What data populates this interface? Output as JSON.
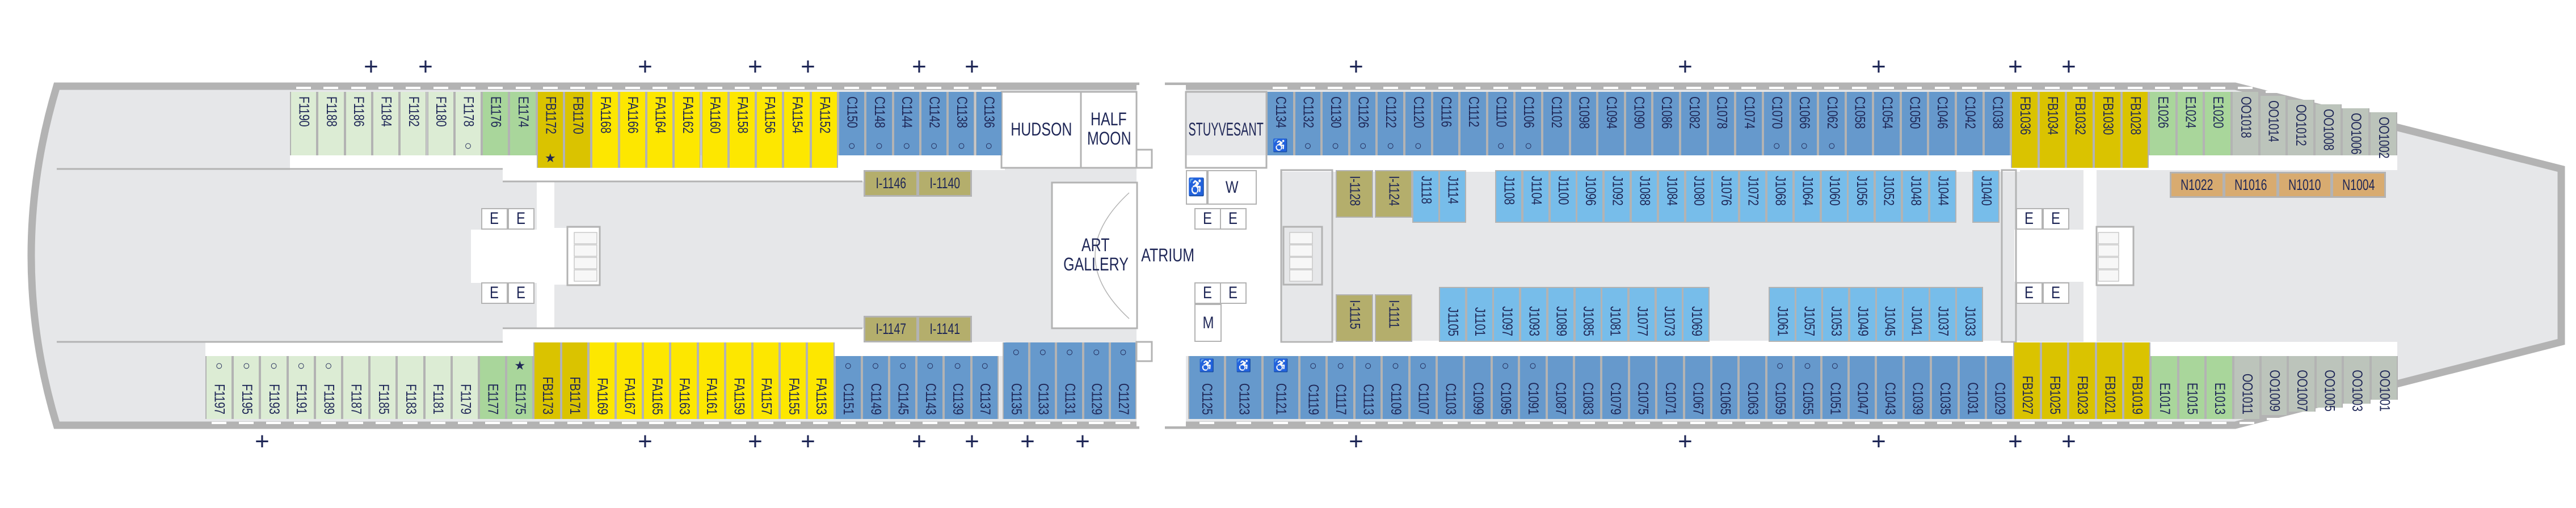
{
  "colors": {
    "F": "#dcecd4",
    "E": "#a9d69b",
    "FB": "#dac300",
    "FA": "#fde700",
    "C": "#6699cc",
    "J": "#77bdea",
    "I": "#b4ae6c",
    "N": "#d8ab70",
    "OO": "#bcc4bb",
    "wall": "#b3b3b3",
    "interior": "#e6e7e9",
    "text": "#1e2656"
  },
  "marks": {
    "o": "○",
    "star": "★",
    "wheelchair": "♿"
  },
  "plus_marker": "+",
  "venues": {
    "hudson": "HUDSON",
    "half_moon": [
      "HALF",
      "MOON"
    ],
    "stuyvesant": "STUYVESANT",
    "art_gallery": [
      "ART",
      "GALLERY"
    ],
    "atrium": "ATRIUM"
  },
  "facilities": {
    "elevator": "E",
    "womens_restroom": "W",
    "mens_restroom": "M",
    "accessible_restroom": "♿"
  },
  "top_aft": [
    {
      "id": "F1190",
      "cat": "F"
    },
    {
      "id": "F1188",
      "cat": "F"
    },
    {
      "id": "F1186",
      "cat": "F"
    },
    {
      "id": "F1184",
      "cat": "F"
    },
    {
      "id": "F1182",
      "cat": "F"
    },
    {
      "id": "F1180",
      "cat": "F"
    },
    {
      "id": "F1178",
      "cat": "F",
      "mark": "o"
    },
    {
      "id": "E1176",
      "cat": "E"
    },
    {
      "id": "E1174",
      "cat": "E"
    },
    {
      "id": "FB1172",
      "cat": "FB",
      "mark": "star"
    },
    {
      "id": "FB1170",
      "cat": "FB"
    },
    {
      "id": "FA1168",
      "cat": "FA"
    },
    {
      "id": "FA1166",
      "cat": "FA"
    },
    {
      "id": "FA1164",
      "cat": "FA"
    },
    {
      "id": "FA1162",
      "cat": "FA"
    },
    {
      "id": "FA1160",
      "cat": "FA"
    },
    {
      "id": "FA1158",
      "cat": "FA"
    },
    {
      "id": "FA1156",
      "cat": "FA"
    },
    {
      "id": "FA1154",
      "cat": "FA"
    },
    {
      "id": "FA1152",
      "cat": "FA"
    },
    {
      "id": "C1150",
      "cat": "C",
      "mark": "o"
    },
    {
      "id": "C1148",
      "cat": "C",
      "mark": "o"
    },
    {
      "id": "C1144",
      "cat": "C",
      "mark": "o"
    },
    {
      "id": "C1142",
      "cat": "C",
      "mark": "o"
    },
    {
      "id": "C1138",
      "cat": "C",
      "mark": "o"
    },
    {
      "id": "C1136",
      "cat": "C",
      "mark": "o"
    }
  ],
  "top_forward": [
    {
      "id": "C1134",
      "cat": "C",
      "mark": "wheelchair"
    },
    {
      "id": "C1132",
      "cat": "C",
      "mark": "o"
    },
    {
      "id": "C1130",
      "cat": "C",
      "mark": "o"
    },
    {
      "id": "C1126",
      "cat": "C",
      "mark": "o"
    },
    {
      "id": "C1122",
      "cat": "C",
      "mark": "o"
    },
    {
      "id": "C1120",
      "cat": "C",
      "mark": "o"
    },
    {
      "id": "C1116",
      "cat": "C"
    },
    {
      "id": "C1112",
      "cat": "C"
    },
    {
      "id": "C1110",
      "cat": "C",
      "mark": "o"
    },
    {
      "id": "C1106",
      "cat": "C",
      "mark": "o"
    },
    {
      "id": "C1102",
      "cat": "C"
    },
    {
      "id": "C1098",
      "cat": "C"
    },
    {
      "id": "C1094",
      "cat": "C"
    },
    {
      "id": "C1090",
      "cat": "C"
    },
    {
      "id": "C1086",
      "cat": "C"
    },
    {
      "id": "C1082",
      "cat": "C"
    },
    {
      "id": "C1078",
      "cat": "C"
    },
    {
      "id": "C1074",
      "cat": "C"
    },
    {
      "id": "C1070",
      "cat": "C",
      "mark": "o"
    },
    {
      "id": "C1066",
      "cat": "C",
      "mark": "o"
    },
    {
      "id": "C1062",
      "cat": "C",
      "mark": "o"
    },
    {
      "id": "C1058",
      "cat": "C"
    },
    {
      "id": "C1054",
      "cat": "C"
    },
    {
      "id": "C1050",
      "cat": "C"
    },
    {
      "id": "C1046",
      "cat": "C"
    },
    {
      "id": "C1042",
      "cat": "C"
    },
    {
      "id": "C1038",
      "cat": "C"
    },
    {
      "id": "FB1036",
      "cat": "FB"
    },
    {
      "id": "FB1034",
      "cat": "FB"
    },
    {
      "id": "FB1032",
      "cat": "FB"
    },
    {
      "id": "FB1030",
      "cat": "FB"
    },
    {
      "id": "FB1028",
      "cat": "FB"
    },
    {
      "id": "E1026",
      "cat": "E"
    },
    {
      "id": "E1024",
      "cat": "E"
    },
    {
      "id": "E1020",
      "cat": "E"
    },
    {
      "id": "OO1018",
      "cat": "OO"
    },
    {
      "id": "OO1014",
      "cat": "OO"
    },
    {
      "id": "OO1012",
      "cat": "OO"
    },
    {
      "id": "OO1008",
      "cat": "OO"
    },
    {
      "id": "OO1006",
      "cat": "OO"
    },
    {
      "id": "OO1002",
      "cat": "OO"
    }
  ],
  "bottom_aft": [
    {
      "id": "F1197",
      "cat": "F",
      "mark": "o"
    },
    {
      "id": "F1195",
      "cat": "F",
      "mark": "o"
    },
    {
      "id": "F1193",
      "cat": "F",
      "mark": "o"
    },
    {
      "id": "F1191",
      "cat": "F",
      "mark": "o"
    },
    {
      "id": "F1189",
      "cat": "F",
      "mark": "o"
    },
    {
      "id": "F1187",
      "cat": "F"
    },
    {
      "id": "F1185",
      "cat": "F"
    },
    {
      "id": "F1183",
      "cat": "F"
    },
    {
      "id": "F1181",
      "cat": "F"
    },
    {
      "id": "F1179",
      "cat": "F"
    },
    {
      "id": "E1177",
      "cat": "E"
    },
    {
      "id": "E1175",
      "cat": "E",
      "mark": "star"
    },
    {
      "id": "FB1173",
      "cat": "FB"
    },
    {
      "id": "FB1171",
      "cat": "FB"
    },
    {
      "id": "FA1169",
      "cat": "FA"
    },
    {
      "id": "FA1167",
      "cat": "FA"
    },
    {
      "id": "FA1165",
      "cat": "FA"
    },
    {
      "id": "FA1163",
      "cat": "FA"
    },
    {
      "id": "FA1161",
      "cat": "FA"
    },
    {
      "id": "FA1159",
      "cat": "FA"
    },
    {
      "id": "FA1157",
      "cat": "FA"
    },
    {
      "id": "FA1155",
      "cat": "FA"
    },
    {
      "id": "FA1153",
      "cat": "FA"
    },
    {
      "id": "C1151",
      "cat": "C",
      "mark": "o"
    },
    {
      "id": "C1149",
      "cat": "C",
      "mark": "o"
    },
    {
      "id": "C1145",
      "cat": "C",
      "mark": "o"
    },
    {
      "id": "C1143",
      "cat": "C",
      "mark": "o"
    },
    {
      "id": "C1139",
      "cat": "C",
      "mark": "o"
    },
    {
      "id": "C1137",
      "cat": "C",
      "mark": "o"
    }
  ],
  "bottom_midship": [
    {
      "id": "C1135",
      "cat": "C",
      "mark": "o"
    },
    {
      "id": "C1133",
      "cat": "C",
      "mark": "o"
    },
    {
      "id": "C1131",
      "cat": "C",
      "mark": "o"
    },
    {
      "id": "C1129",
      "cat": "C",
      "mark": "o"
    },
    {
      "id": "C1127",
      "cat": "C",
      "mark": "o"
    }
  ],
  "bottom_forward": [
    {
      "id": "C1125",
      "cat": "C",
      "mark": "wheelchair"
    },
    {
      "id": "C1123",
      "cat": "C",
      "mark": "wheelchair"
    },
    {
      "id": "C1121",
      "cat": "C",
      "mark": "wheelchair"
    },
    {
      "id": "C1119",
      "cat": "C",
      "mark": "o"
    },
    {
      "id": "C1117",
      "cat": "C",
      "mark": "o"
    },
    {
      "id": "C1113",
      "cat": "C",
      "mark": "o"
    },
    {
      "id": "C1109",
      "cat": "C",
      "mark": "o"
    },
    {
      "id": "C1107",
      "cat": "C",
      "mark": "o"
    },
    {
      "id": "C1103",
      "cat": "C"
    },
    {
      "id": "C1099",
      "cat": "C"
    },
    {
      "id": "C1095",
      "cat": "C",
      "mark": "o"
    },
    {
      "id": "C1091",
      "cat": "C",
      "mark": "o"
    },
    {
      "id": "C1087",
      "cat": "C"
    },
    {
      "id": "C1083",
      "cat": "C"
    },
    {
      "id": "C1079",
      "cat": "C"
    },
    {
      "id": "C1075",
      "cat": "C"
    },
    {
      "id": "C1071",
      "cat": "C"
    },
    {
      "id": "C1067",
      "cat": "C"
    },
    {
      "id": "C1065",
      "cat": "C"
    },
    {
      "id": "C1063",
      "cat": "C"
    },
    {
      "id": "C1059",
      "cat": "C",
      "mark": "o"
    },
    {
      "id": "C1055",
      "cat": "C",
      "mark": "o"
    },
    {
      "id": "C1051",
      "cat": "C",
      "mark": "o"
    },
    {
      "id": "C1047",
      "cat": "C"
    },
    {
      "id": "C1043",
      "cat": "C"
    },
    {
      "id": "C1039",
      "cat": "C"
    },
    {
      "id": "C1035",
      "cat": "C"
    },
    {
      "id": "C1031",
      "cat": "C"
    },
    {
      "id": "C1029",
      "cat": "C"
    },
    {
      "id": "FB1027",
      "cat": "FB"
    },
    {
      "id": "FB1025",
      "cat": "FB"
    },
    {
      "id": "FB1023",
      "cat": "FB"
    },
    {
      "id": "FB1021",
      "cat": "FB"
    },
    {
      "id": "FB1019",
      "cat": "FB"
    },
    {
      "id": "E1017",
      "cat": "E"
    },
    {
      "id": "E1015",
      "cat": "E"
    },
    {
      "id": "E1013",
      "cat": "E"
    },
    {
      "id": "OO1011",
      "cat": "OO"
    },
    {
      "id": "OO1009",
      "cat": "OO"
    },
    {
      "id": "OO1007",
      "cat": "OO"
    },
    {
      "id": "OO1005",
      "cat": "OO"
    },
    {
      "id": "OO1003",
      "cat": "OO"
    },
    {
      "id": "OO1001",
      "cat": "OO"
    }
  ],
  "i_aft_top": [
    "I-1146",
    "I-1140"
  ],
  "i_aft_bottom": [
    "I-1147",
    "I-1141"
  ],
  "i_mid_top": [
    "I-1128",
    "I-1124"
  ],
  "i_mid_bottom": [
    "I-1115",
    "I-1111"
  ],
  "j_top": [
    "J1118",
    "J1114",
    "J1108",
    "J1104",
    "J1100",
    "J1096",
    "J1092",
    "J1088",
    "J1084",
    "J1080",
    "J1076",
    "J1072",
    "J1068",
    "J1064",
    "J1060",
    "J1056",
    "J1052",
    "J1048",
    "J1044",
    "J1040"
  ],
  "j_bottom": [
    "J1105",
    "J1101",
    "J1097",
    "J1093",
    "J1089",
    "J1085",
    "J1081",
    "J1077",
    "J1073",
    "J1069",
    "J1061",
    "J1057",
    "J1053",
    "J1049",
    "J1045",
    "J1041",
    "J1037",
    "J1033"
  ],
  "n_row": [
    "N1022",
    "N1016",
    "N1010",
    "N1004"
  ]
}
